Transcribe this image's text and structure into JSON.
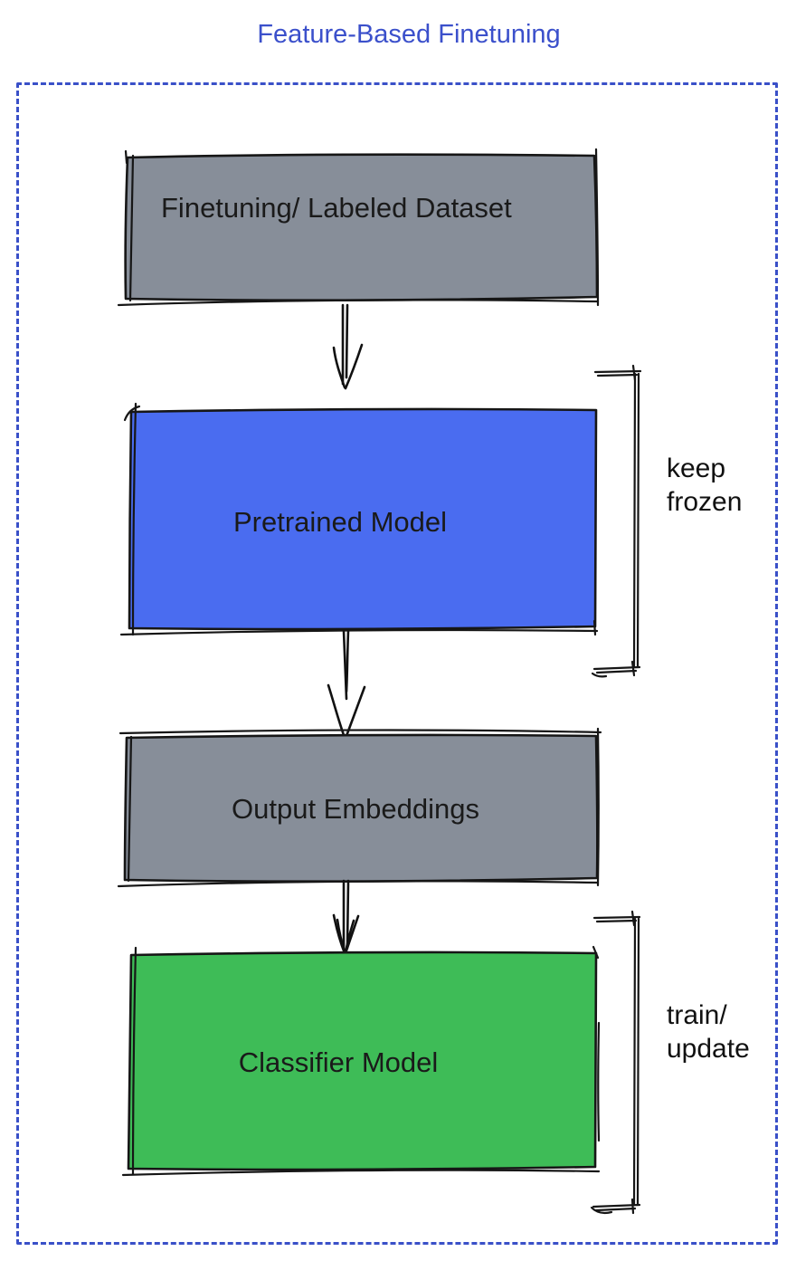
{
  "title": {
    "text": "Feature-Based Finetuning",
    "color": "#3b50cb"
  },
  "frame": {
    "style": "dashed-border",
    "color": "#3a50c8"
  },
  "boxes": [
    {
      "name": "finetuning-dataset",
      "label": "Finetuning/ Labeled Dataset",
      "fill": "#878e99"
    },
    {
      "name": "pretrained-model",
      "label": "Pretrained Model",
      "fill": "#4a6cf0"
    },
    {
      "name": "output-embeddings",
      "label": "Output Embeddings",
      "fill": "#878e99"
    },
    {
      "name": "classifier-model",
      "label": "Classifier Model",
      "fill": "#3ebc57"
    }
  ],
  "annotations": [
    {
      "name": "keep-frozen",
      "label": "keep frozen"
    },
    {
      "name": "train-update",
      "label": "train/ update"
    }
  ],
  "connectors": [
    {
      "name": "arrow-dataset-to-pretrained",
      "type": "arrow-down"
    },
    {
      "name": "arrow-pretrained-to-embeddings",
      "type": "arrow-down"
    },
    {
      "name": "arrow-embeddings-to-classifier",
      "type": "arrow-down"
    }
  ],
  "stroke_color": "#161616"
}
